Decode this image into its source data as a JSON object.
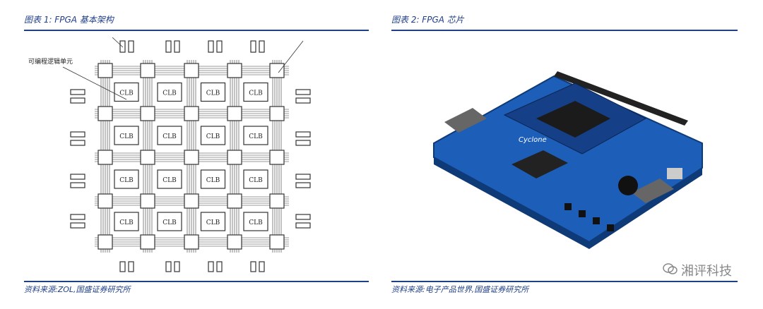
{
  "left": {
    "caption": "图表 1:  FPGA 基本架构",
    "source": "资料来源:ZOL,国盛证券研究所",
    "diagram": {
      "callout": "可编程逻辑单元",
      "block_label": "CLB"
    }
  },
  "right": {
    "caption": "图表 2:  FPGA 芯片",
    "source": "资料来源:电子产品世界,国盛证券研究所",
    "board_brand": "Cyclone"
  },
  "watermark": {
    "text": "湘评科技",
    "icon": "wechat-icon"
  },
  "colors": {
    "accent": "#1f3f87",
    "board": "#1d5fb8"
  }
}
